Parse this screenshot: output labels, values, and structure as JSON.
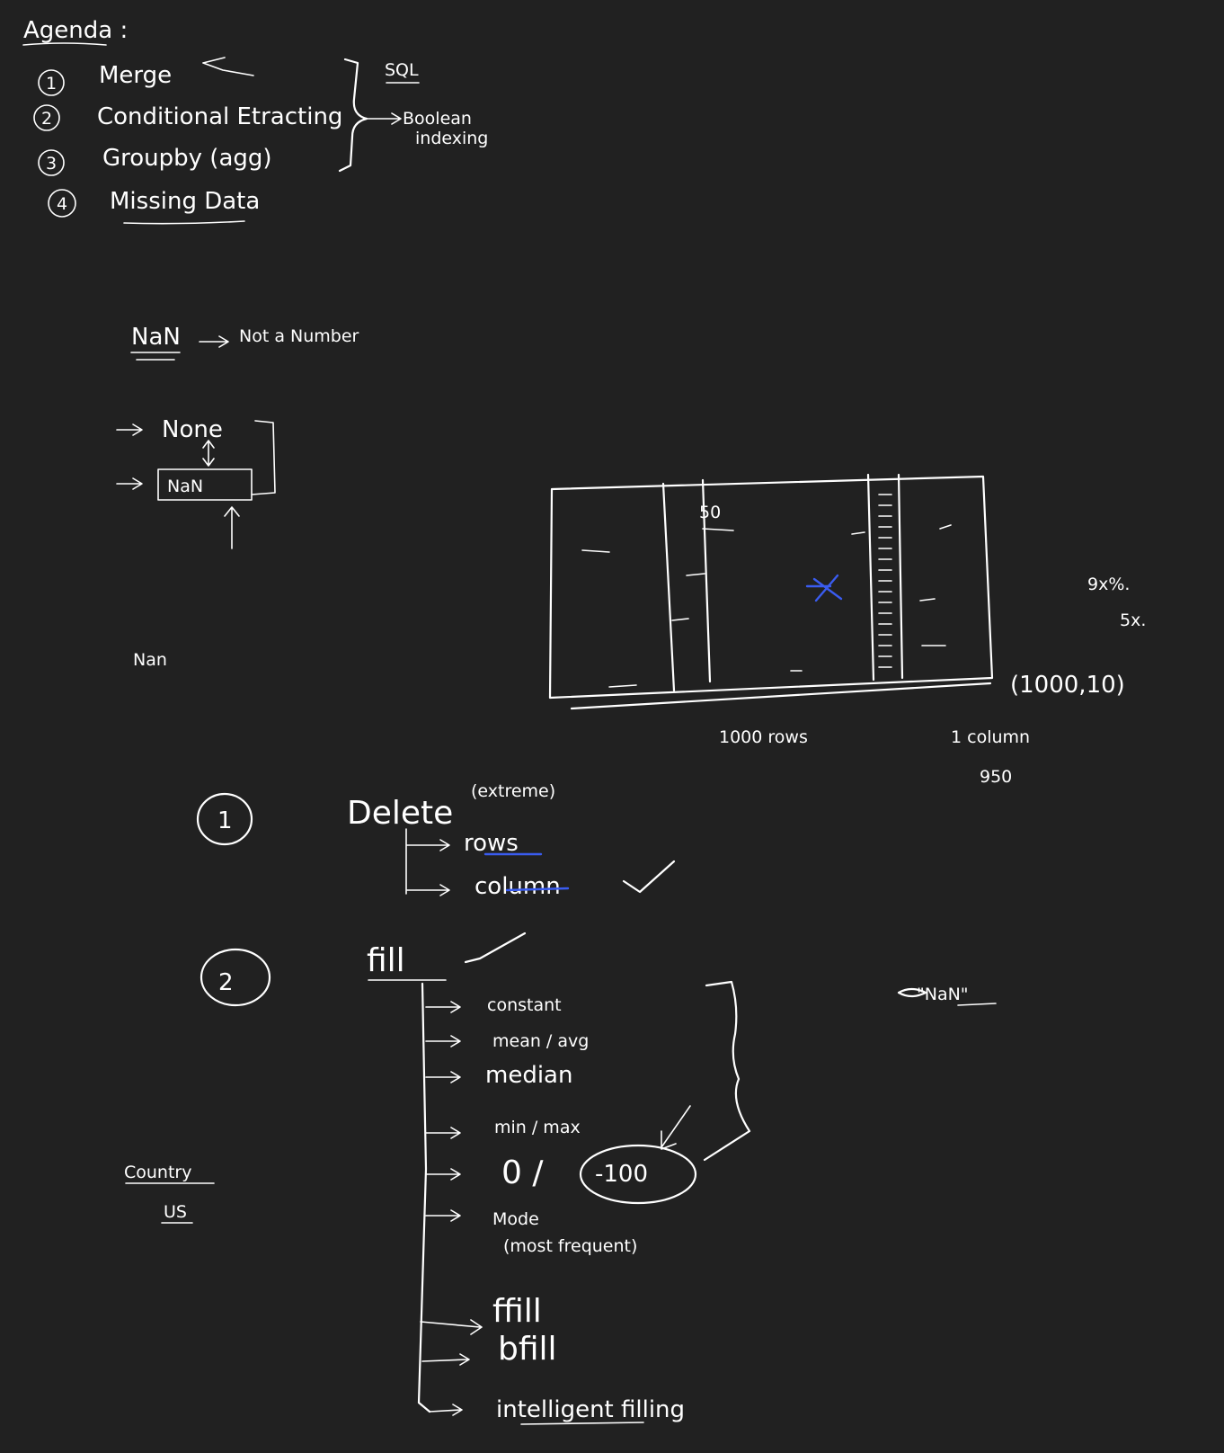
{
  "agenda": {
    "heading": "Agenda :",
    "items": [
      {
        "num": "1",
        "label": "Merge"
      },
      {
        "num": "2",
        "label": "Conditional Etracting"
      },
      {
        "num": "3",
        "label": "Groupby (agg)"
      },
      {
        "num": "4",
        "label": "Missing Data"
      }
    ],
    "sql_label": "SQL",
    "boolean_label": "Boolean",
    "indexing_label": "indexing"
  },
  "nan_section": {
    "definition_lhs": "NaN",
    "definition_rhs": "Not a Number",
    "none_label": "None",
    "nan_label": "NaN",
    "nan_word": "Nan"
  },
  "table_sketch": {
    "col_value": "50",
    "rows_label": "1000 rows",
    "column_label": "1 column",
    "shape_label": "(1000,10)",
    "percent_top": "9x%.",
    "percent_bottom": "5x.",
    "count_label": "950"
  },
  "methods": {
    "delete_num": "1",
    "delete_label": "Delete",
    "delete_note": "(extreme)",
    "delete_options": [
      "rows",
      "column"
    ],
    "fill_num": "2",
    "fill_label": "fill",
    "fill_options": [
      {
        "label": "constant"
      },
      {
        "label": "mean / avg"
      },
      {
        "label": "median"
      },
      {
        "label": "min / max"
      },
      {
        "label": "0 /"
      },
      {
        "label": "Mode"
      },
      {
        "label": "ffill"
      },
      {
        "label": "bfill"
      },
      {
        "label": "intelligent filling"
      }
    ],
    "fill_circled_value": "-100",
    "mode_note": "(most frequent)",
    "nan_string": "\"NaN\""
  },
  "side_notes": {
    "country": "Country",
    "us": "US"
  }
}
